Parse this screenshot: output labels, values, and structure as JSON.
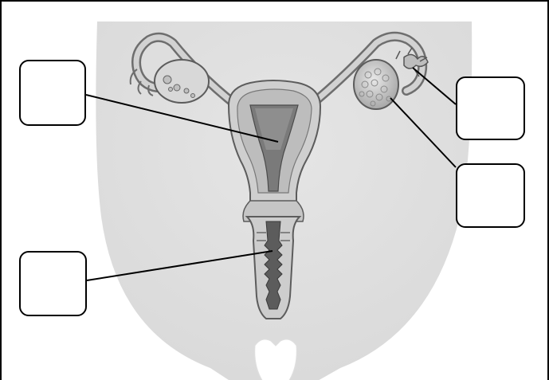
{
  "title": "",
  "labels": [
    {
      "id": "uterus-label",
      "text": ""
    },
    {
      "id": "vagina-label",
      "text": ""
    },
    {
      "id": "fallopian-tube-label",
      "text": ""
    },
    {
      "id": "ovary-label",
      "text": ""
    }
  ],
  "colors": {
    "background_shape": "#e6e6e6",
    "organ_fill": "#c8c8c8",
    "organ_dark": "#7a7a7a",
    "line": "#000000"
  }
}
